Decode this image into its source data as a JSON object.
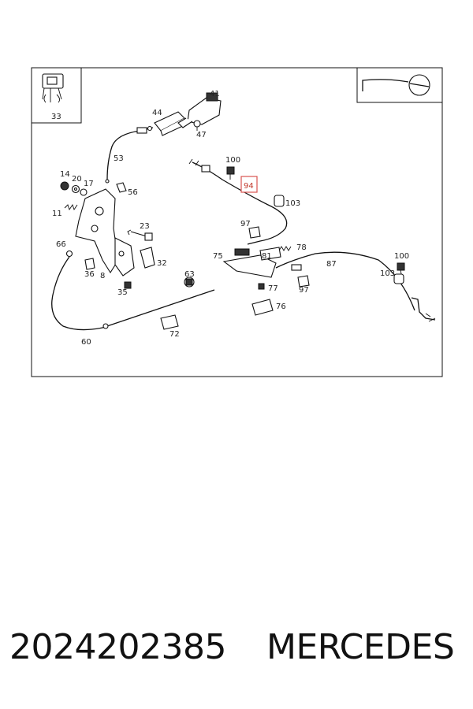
{
  "diagram": {
    "labels": {
      "l33": "33",
      "l41": "41",
      "l44": "44",
      "l47": "47",
      "l53": "53",
      "l14": "14",
      "l20": "20",
      "l17": "17",
      "l56": "56",
      "l11": "11",
      "l23": "23",
      "l66": "66",
      "l32": "32",
      "l36": "36",
      "l8": "8",
      "l35": "35",
      "l63": "63",
      "l60": "60",
      "l72": "72",
      "l100a": "100",
      "l94": "94",
      "l103a": "103",
      "l97a": "97",
      "l78": "78",
      "l75": "75",
      "l81": "81",
      "l87": "87",
      "l77": "77",
      "l97b": "97",
      "l76": "76",
      "l100b": "100",
      "l103b": "103"
    },
    "highlighted_part": "94",
    "highlight_color": "#d9534f"
  },
  "footer": {
    "part_number": "2024202385",
    "brand": "MERCEDES"
  }
}
